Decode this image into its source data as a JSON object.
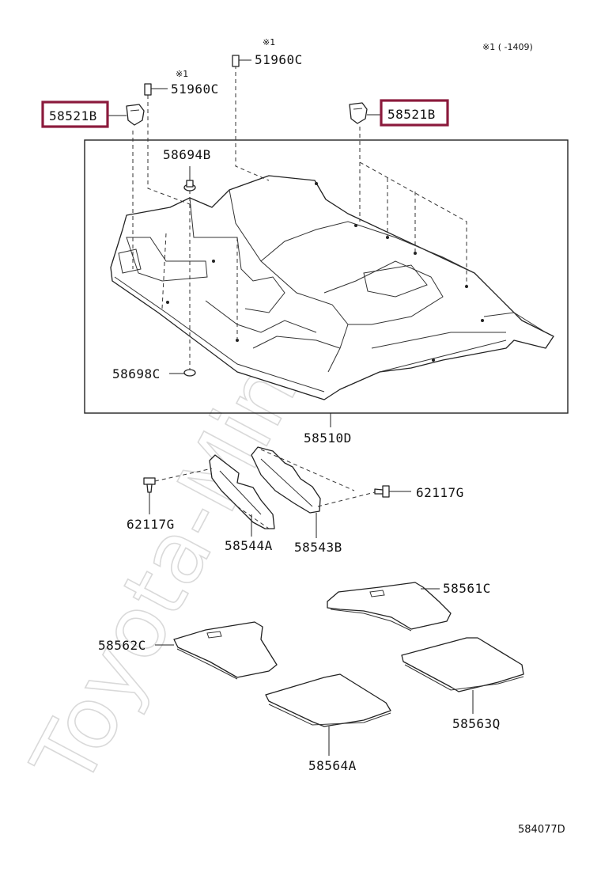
{
  "note": "※1 (   -1409)",
  "drawing_number": "584077D",
  "watermark": "Toyota-Mine.ru",
  "callouts": [
    {
      "id": "51960c-top",
      "label": "51960C",
      "note": "※1"
    },
    {
      "id": "51960c-mid",
      "label": "51960C",
      "note": "※1"
    },
    {
      "id": "58521b-left",
      "label": "58521B",
      "highlighted": true
    },
    {
      "id": "58521b-right",
      "label": "58521B",
      "highlighted": true
    },
    {
      "id": "58694b",
      "label": "58694B"
    },
    {
      "id": "58698c",
      "label": "58698C"
    },
    {
      "id": "58510d",
      "label": "58510D"
    },
    {
      "id": "62117g-left",
      "label": "62117G"
    },
    {
      "id": "62117g-right",
      "label": "62117G"
    },
    {
      "id": "58544a",
      "label": "58544A"
    },
    {
      "id": "58543b",
      "label": "58543B"
    },
    {
      "id": "58561c",
      "label": "58561C"
    },
    {
      "id": "58562c",
      "label": "58562C"
    },
    {
      "id": "58563q",
      "label": "58563Q"
    },
    {
      "id": "58564a",
      "label": "58564A"
    }
  ],
  "colors": {
    "highlight": "#8b1a3c",
    "line": "#222222",
    "watermark": "#d9d9d9"
  }
}
